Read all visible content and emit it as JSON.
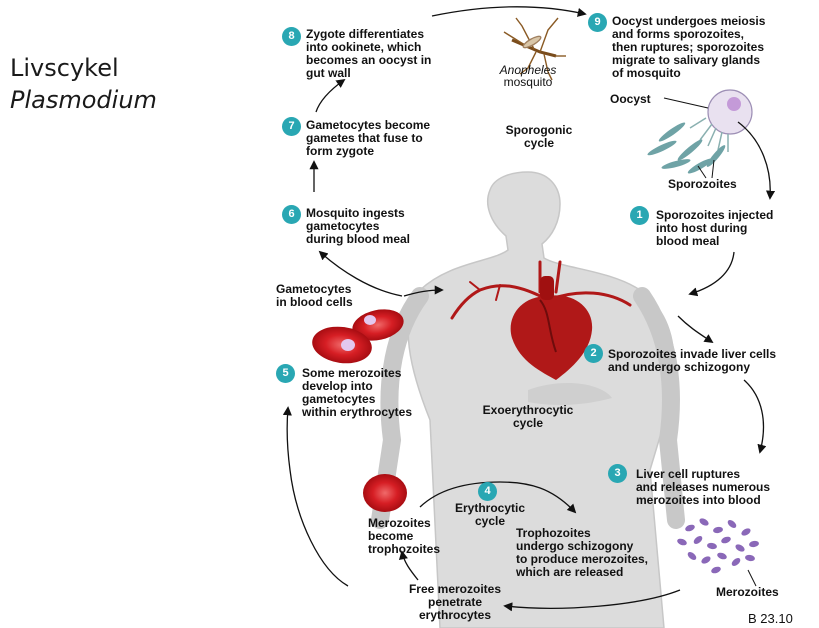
{
  "title": {
    "line1": "Livscykel",
    "line2": "Plasmodium"
  },
  "steps": [
    {
      "num": "1",
      "text": "Sporozoites injected\ninto host during\nblood meal"
    },
    {
      "num": "2",
      "text": "Sporozoites invade liver cells\nand undergo schizogony"
    },
    {
      "num": "3",
      "text": "Liver cell ruptures\nand releases numerous\nmerozoites into blood"
    },
    {
      "num": "4",
      "text": "Erythrocytic\ncycle"
    },
    {
      "num": "5",
      "text": "Some merozoites\ndevelop into\ngametocytes\nwithin erythrocytes"
    },
    {
      "num": "6",
      "text": "Mosquito ingests\ngametocytes\nduring blood meal"
    },
    {
      "num": "7",
      "text": "Gametocytes become\ngametes that fuse to\nform zygote"
    },
    {
      "num": "8",
      "text": "Zygote differentiates\ninto ookinete, which\nbecomes an oocyst in\ngut wall"
    },
    {
      "num": "9",
      "text": "Oocyst undergoes meiosis\nand forms sporozoites,\nthen ruptures; sporozoites\nmigrate to salivary glands\nof mosquito"
    }
  ],
  "labels": {
    "anopheles": "Anopheles",
    "mosquito": "mosquito",
    "sporogonic": "Sporogonic\ncycle",
    "oocyst": "Oocyst",
    "sporozoites": "Sporozoites",
    "gametocytes_blood": "Gametocytes\nin blood cells",
    "exoerythrocytic": "Exoerythrocytic\ncycle",
    "merozoites_become": "Merozoites\nbecome\ntrophozoites",
    "trophozoites": "Trophozoites\nundergo schizogony\nto produce merozoites,\nwhich are released",
    "free_merozoites": "Free merozoites\npenetrate\nerythrocytes",
    "merozoites": "Merozoites",
    "figure_ref": "B 23.10"
  },
  "colors": {
    "badge": "#29a7b3",
    "rbc": "#c8141e",
    "heart": "#b01818",
    "body": "#d9d9d9"
  }
}
